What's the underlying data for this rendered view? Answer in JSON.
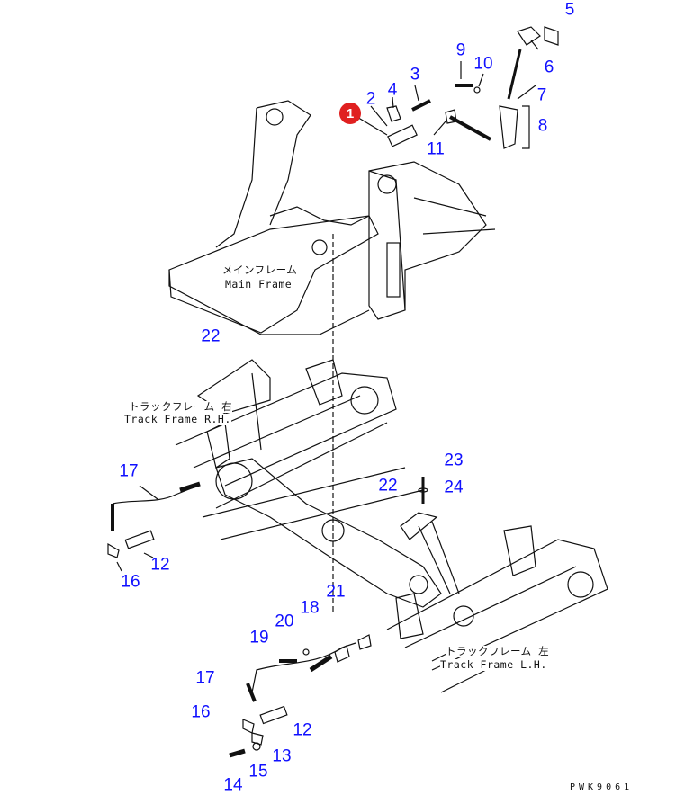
{
  "diagram": {
    "drawing_code": "PWK9061",
    "captions": {
      "main_frame_jp": "メインフレーム",
      "main_frame_en": "Main Frame",
      "track_rh_jp": "トラックフレーム 右",
      "track_rh_en": "Track Frame R.H.",
      "track_lh_jp": "トラックフレーム 左",
      "track_lh_en": "Track Frame L.H."
    },
    "highlighted_callout": "1",
    "callouts": [
      "2",
      "3",
      "4",
      "5",
      "6",
      "7",
      "8",
      "9",
      "10",
      "11",
      "12",
      "16",
      "17",
      "22",
      "22",
      "23",
      "24",
      "21",
      "18",
      "20",
      "19",
      "17",
      "16",
      "12",
      "13",
      "15",
      "14"
    ],
    "colors": {
      "callout": "#1010ff",
      "highlight": "#e02020"
    }
  }
}
